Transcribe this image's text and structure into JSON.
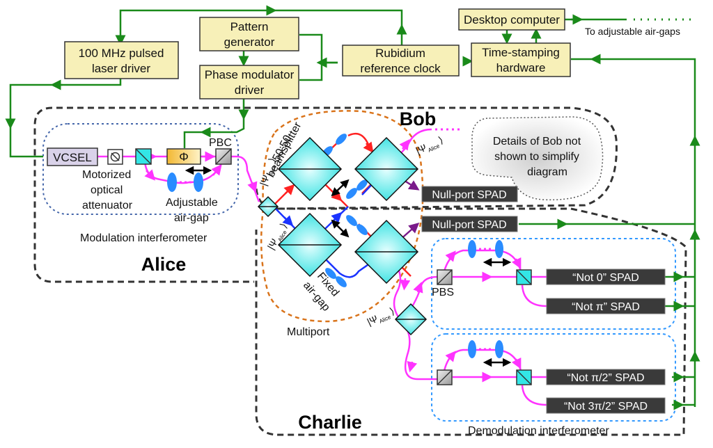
{
  "colors": {
    "control_line": "#1a8a1a",
    "box_fill": "#f7f0b8",
    "optical_magenta": "#ff33ff",
    "optical_red": "#ff2222",
    "optical_blue": "#1a33ff",
    "beamsplitter_fill": "#33e6e6",
    "spad_fill": "#3a3a3a",
    "multiport_outline": "#d9731a",
    "interferometer_outline": "#3399ff",
    "modulation_outline": "#4466aa"
  },
  "control_boxes": {
    "laser_driver": {
      "line1": "100 MHz pulsed",
      "line2": "laser driver"
    },
    "pattern_generator": {
      "line1": "Pattern",
      "line2": "generator"
    },
    "phase_modulator_driver": {
      "line1": "Phase modulator",
      "line2": "driver"
    },
    "rubidium_clock": {
      "line1": "Rubidium",
      "line2": "reference clock"
    },
    "desktop_computer": {
      "line1": "Desktop computer"
    },
    "time_stamping": {
      "line1": "Time-stamping",
      "line2": "hardware"
    }
  },
  "annotations": {
    "to_air_gaps": "To adjustable air-gaps",
    "bob_note": {
      "line1": "Details of Bob not",
      "line2": "shown to simplify",
      "line3": "diagram"
    }
  },
  "alice": {
    "region_label": "Alice",
    "vcsel": "VCSEL",
    "attenuator": {
      "line1": "Motorized",
      "line2": "optical",
      "line3": "attenuator"
    },
    "phase_symbol": "Φ",
    "pbc": "PBC",
    "air_gap": {
      "line1": "Adjustable",
      "line2": "air-gap"
    },
    "modulation_interferometer": "Modulation interferometer"
  },
  "bob": {
    "region_label": "Bob",
    "null_port_spad": "Null-port SPAD"
  },
  "multiport": {
    "label": "Multiport",
    "beamsplitter": {
      "line1": "50:50",
      "line2": "beamsplitter"
    },
    "fixed_air_gap": {
      "line1": "Fixed",
      "line2": "air-gap"
    },
    "state_symbol": "|Ψ",
    "state_subscript": "Alice",
    "state_close": "⟩"
  },
  "charlie": {
    "region_label": "Charlie",
    "null_port_spad": "Null-port SPAD",
    "pbs": "PBS",
    "spads": [
      "“Not 0” SPAD",
      "“Not π” SPAD",
      "“Not π/2” SPAD",
      "“Not 3π/2” SPAD"
    ],
    "demodulation_interferometer": "Demodulation interferometer"
  }
}
